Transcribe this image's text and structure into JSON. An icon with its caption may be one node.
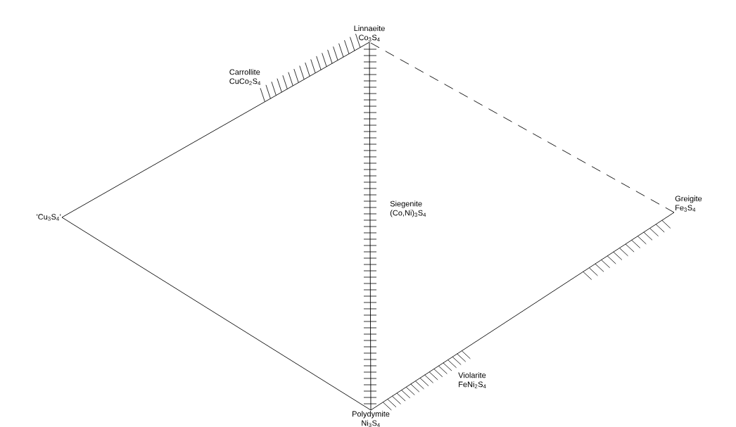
{
  "diagram": {
    "nodes": [
      {
        "text": [
          "Linnaeite",
          "Co$_{3}$S$_{4}$"
        ]
      },
      {
        "text": [
          "'Cu$_{3}$S$_{4}$'"
        ]
      },
      {
        "text": [
          "Greigite",
          "Fe$_{3}$S$_{4}$"
        ]
      },
      {
        "text": [
          "Polydymite",
          "Ni$_{3}$S$_{4}$"
        ]
      }
    ],
    "edges": [
      {
        "from": 0,
        "to": 1,
        "arrow": "none"
      },
      {
        "from": 1,
        "to": 3,
        "arrow": "none"
      },
      {
        "from": 3,
        "to": 2,
        "arrow": "none"
      },
      {
        "from": 2,
        "to": 0,
        "arrow": "none",
        "style": "dashed"
      },
      {
        "from": 0,
        "to": 3,
        "arrow": "none"
      }
    ],
    "labels": [
      "Carrollite",
      "CuCo$_{2}$S$_{4}$",
      "Siegenite",
      "(Co,Ni)$_{3}$S$_{4}$",
      "Violarite",
      "FeNi$_{2}$S$_{4}$"
    ]
  }
}
